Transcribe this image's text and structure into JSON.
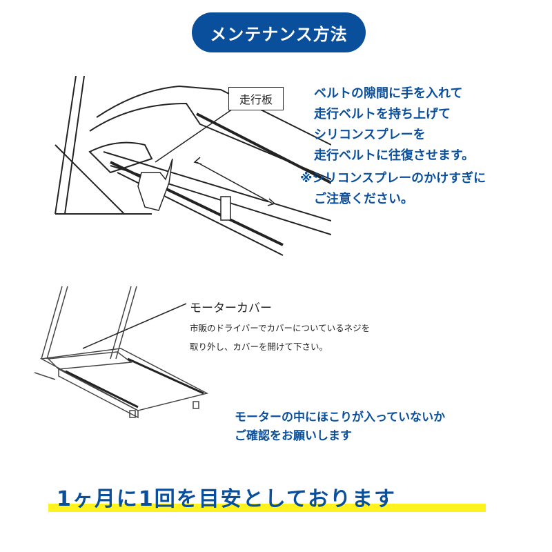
{
  "title": "メンテナンス方法",
  "section1": {
    "label": "走行板",
    "instructions": [
      "ベルトの隙間に手を入れて",
      "走行ベルトを持ち上げて",
      "シリコンスプレーを",
      "走行ベルトに往復させます。"
    ],
    "notes": [
      "※シリコンスプレーのかけすぎに",
      "ご注意ください。"
    ]
  },
  "section2": {
    "label": "モーターカバー",
    "desc": [
      "市販のドライバーでカバーについているネジを",
      "取り外し、カバーを開けて下さい。"
    ],
    "instructions": [
      "モーターの中にほこりが入っていないか",
      "ご確認をお願いします"
    ]
  },
  "banner": "1ヶ月に1回を目安としております",
  "colors": {
    "brand_blue": "#0a4f9c",
    "highlight": "#fff21f"
  }
}
